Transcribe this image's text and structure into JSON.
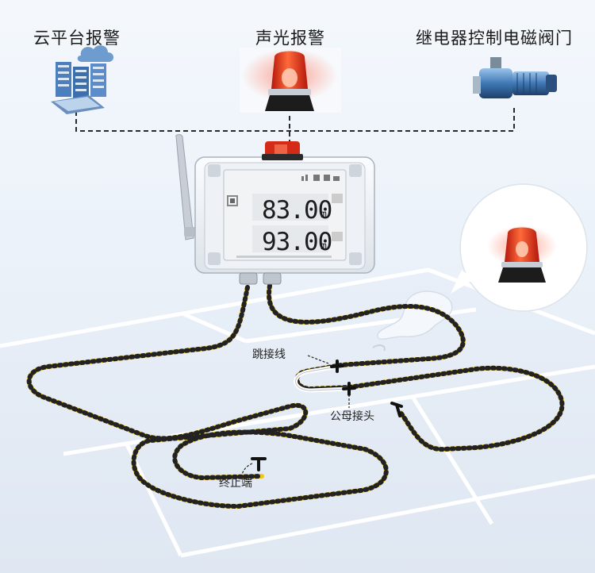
{
  "top": {
    "cloud_label": "云平台报警",
    "alarm_label": "声光报警",
    "valve_label": "继电器控制电磁阀门"
  },
  "device": {
    "reading_1": "83.00",
    "reading_2": "93.00",
    "unit": "m"
  },
  "cable_labels": {
    "jumper": "跳接线",
    "connector": "公母接头",
    "terminal": "终止端"
  },
  "colors": {
    "cable_yellow": "#f2c618",
    "cable_black": "#222222",
    "alarm_red": "#e8341c",
    "floor_line": "#ffffff",
    "dash": "#2a2a2a"
  }
}
